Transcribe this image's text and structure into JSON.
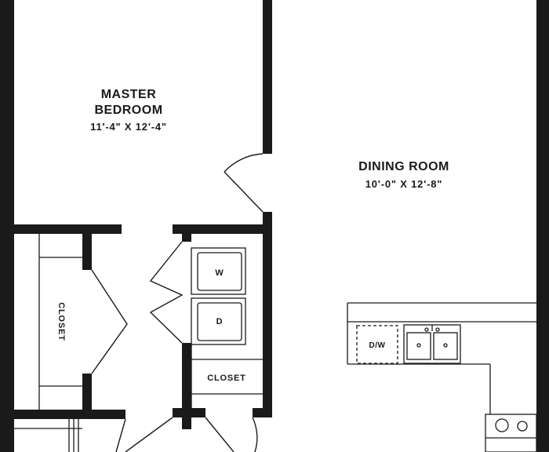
{
  "rooms": {
    "master_bedroom": {
      "line1": "MASTER",
      "line2": "BEDROOM",
      "dims": "11'-4\" X 12'-4\""
    },
    "dining_room": {
      "name": "DINING ROOM",
      "dims": "10'-0\" X 12'-8\""
    },
    "left_closet": {
      "name": "CLOSET"
    },
    "hall_closet": {
      "name": "CLOSET"
    }
  },
  "appliances": {
    "washer": "W",
    "dryer": "D",
    "dishwasher": "D/W"
  }
}
